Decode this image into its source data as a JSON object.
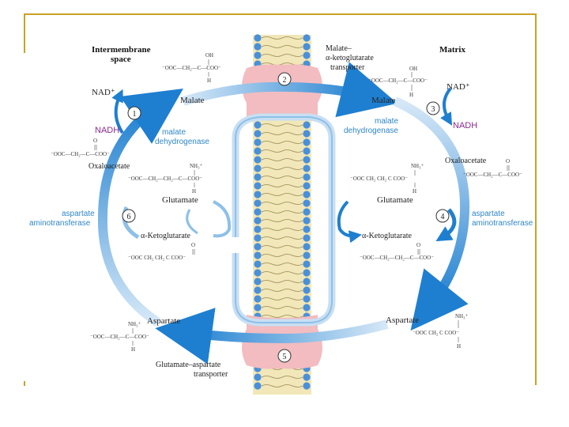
{
  "labels": {
    "intermembrane": "Intermembrane",
    "space": "space",
    "matrix": "Matrix",
    "transporter_top_1": "Malate–",
    "transporter_top_2": "α-ketoglutarate",
    "transporter_top_3": "transporter",
    "transporter_bottom_1": "Glutamate–aspartate",
    "transporter_bottom_2": "transporter",
    "malate_left": "Malate",
    "malate_right": "Malate",
    "nad_left": "NAD⁺",
    "nadh_left": "NADH",
    "nad_right": "NAD⁺",
    "nadh_right": "NADH",
    "mdh_left_1": "malate",
    "mdh_left_2": "dehydrogenase",
    "mdh_right_1": "malate",
    "mdh_right_2": "dehydrogenase",
    "oxaloacetate_left": "Oxaloacetate",
    "oxaloacetate_right": "Oxaloacetate",
    "glutamate_left": "Glutamate",
    "glutamate_right": "Glutamate",
    "akg_left": "α-Ketoglutarate",
    "akg_right": "α-Ketoglutarate",
    "ast_left_1": "aspartate",
    "ast_left_2": "aminotransferase",
    "ast_right_1": "aspartate",
    "ast_right_2": "aminotransferase",
    "aspartate_left": "Aspartate",
    "aspartate_right": "Aspartate"
  },
  "steps": [
    "1",
    "2",
    "3",
    "4",
    "5",
    "6"
  ],
  "formulas": {
    "malate_left_oh": "OH",
    "malate_left": "⁻OOC—CH₂—C—COO⁻",
    "malate_left_h": "H",
    "malate_right_oh": "OH",
    "malate_right": "⁻OOC—CH₂—C—COO⁻",
    "malate_right_h": "H",
    "oaa_left_o": "O",
    "oaa_left": "⁻OOC—CH₂—C—COO⁻",
    "oaa_right_o": "O",
    "oaa_right": "⁻OOC—CH₂—C—COO⁻",
    "glu_left_nh": "NH₃⁺",
    "glu_left": "⁻OOC—CH₂—CH₂—C—COO⁻",
    "glu_left_h": "H",
    "glu_right_nh": "NH₃⁺",
    "glu_right": "⁻OOC   CH₂   CH₂   C   COO⁻",
    "glu_right_h": "H",
    "akg_left_o": "O",
    "akg_left": "⁻OOC   CH₂   CH₂   C   COO⁻",
    "akg_right_o": "O",
    "akg_right": "⁻OOC—CH₂—CH₂—C—COO⁻",
    "asp_left_nh": "NH₃⁺",
    "asp_left": "⁻OOC—CH₂—C—COO⁻",
    "asp_left_h": "H",
    "asp_right_nh": "NH₃⁺",
    "asp_right": "⁻OOC   CH₂   C   COO⁻",
    "asp_right_h": "H"
  },
  "colors": {
    "arrow": "#1e7fd0",
    "arrow_light": "#c8dff3",
    "membrane_bead": "#4a90d9",
    "membrane_core": "#f1e7b8",
    "transporter": "#f2bcc0",
    "nadh": "#8b2a8e",
    "enzyme": "#2f86c8",
    "frame": "#c9a227"
  }
}
